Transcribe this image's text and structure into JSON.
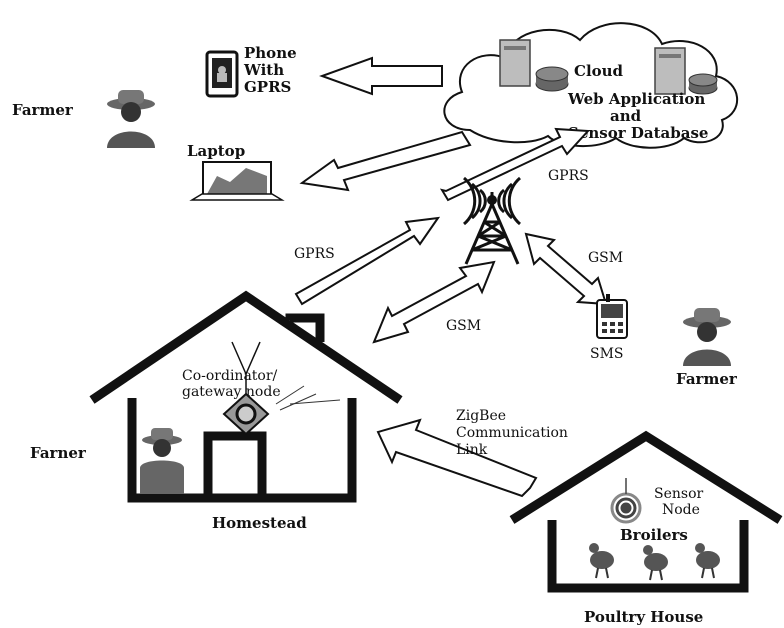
{
  "phone": {
    "lines": [
      "Phone",
      "With",
      "GPRS"
    ],
    "icon": "android-phone-icon"
  },
  "cloud": {
    "title": "Cloud",
    "lines": [
      "Web Application",
      "and",
      "Sensor Database"
    ],
    "icon": "server-database-icon"
  },
  "laptop": {
    "label": "Laptop"
  },
  "farmers": {
    "top_left": "Farmer",
    "right": "Farmer",
    "homestead": "Farner"
  },
  "links": {
    "gprs_cloud": "GPRS",
    "gprs_homestead": "GPRS",
    "gsm_mobile": "GSM",
    "gsm_homestead": "GSM",
    "zigbee": [
      "ZigBee",
      "Communication",
      "Link"
    ]
  },
  "mobile": {
    "label": "SMS"
  },
  "homestead": {
    "label": "Homestead",
    "node_lines": [
      "Co-ordinator/",
      "gateway node"
    ]
  },
  "poultry": {
    "label": "Poultry House",
    "sensor_lines": [
      "Sensor",
      "Node"
    ],
    "broilers": "Broilers"
  },
  "colors": {
    "stroke": "#111111",
    "fill_dark": "#555555",
    "fill_mid": "#8a8a8a",
    "fill_light": "#cfcfcf"
  }
}
